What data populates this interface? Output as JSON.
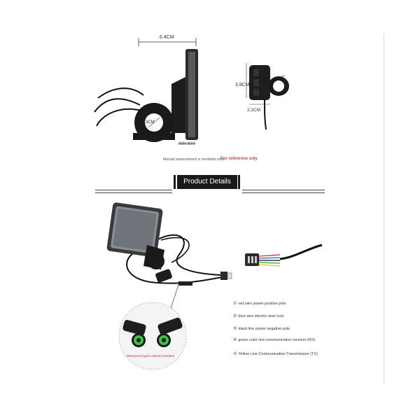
{
  "dimensions": {
    "width_top": "6.4CM",
    "clamp_diameter": "2.3CM",
    "bracket_width": "8MM 8MM",
    "button_height": "3.8CM",
    "button_clamp": "2.5CM",
    "button_width": "2.2CM"
  },
  "notes": {
    "manual_measurement": "Manual measurement is inevitable error",
    "reference": "For reference only"
  },
  "section": {
    "title": "Product Details"
  },
  "connector": {
    "caption": "Waterproof quick release interface"
  },
  "wires": [
    {
      "num": "①",
      "text": "red wire power positive pole"
    },
    {
      "num": "②",
      "text": "blue wire electric door lock"
    },
    {
      "num": "③",
      "text": "black line power negative pole"
    },
    {
      "num": "④",
      "text": "green color line communication receiver (RX)"
    },
    {
      "num": "⑤",
      "text": "Yellow Line Communication Transmission (TX)"
    }
  ],
  "colors": {
    "wire_red": "#d22",
    "wire_blue": "#2a5bd8",
    "wire_black": "#111",
    "wire_green": "#2a9d3a",
    "wire_yellow": "#e0c020",
    "connector_green": "#3cc24a",
    "accent_red": "#b33"
  }
}
